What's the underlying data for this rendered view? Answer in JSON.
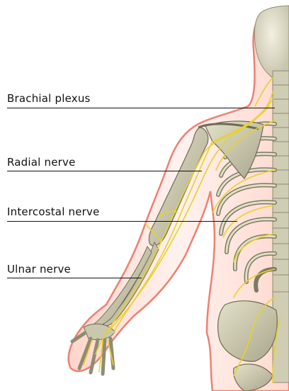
{
  "labels": {
    "brachial_plexus": "Brachial plexus",
    "radial_nerve": "Radial nerve",
    "intercostal_nerve": "Intercostal nerve",
    "ulnar_nerve": "Ulnar nerve"
  },
  "colors": {
    "skin_outline": "#f07a6a",
    "skin_fill": "#fde3dc",
    "bone": "#c9c7ad",
    "bone_shadow": "#8f8c74",
    "nerve": "#e9d12a",
    "leader_line": "#111111"
  }
}
